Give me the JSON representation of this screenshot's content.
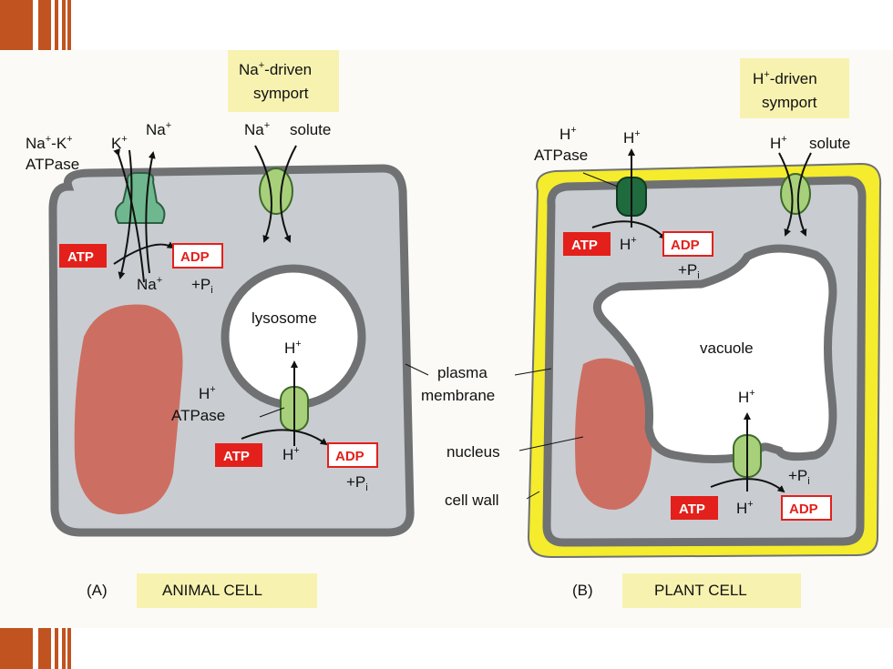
{
  "colors": {
    "cytoplasm": "#c9cdd1",
    "membrane": "#6f7173",
    "cell_wall": "#f4ec2c",
    "atp_fill": "#e3201b",
    "adp_border": "#e3201b",
    "nucleus": "#cc6f62",
    "pump_animal": "#6fb88f",
    "pump_plant": "#1f6b3e",
    "symporter": "#a8d07a",
    "label_bg": "#f7f2b0",
    "slide_accent": "#c0531f"
  },
  "symport_labels": {
    "animal_line1": "Na",
    "animal_line1_sup": "+",
    "animal_line1_rest": "-driven",
    "animal_line2": "symport",
    "plant_line1": "H",
    "plant_line1_sup": "+",
    "plant_line1_rest": "-driven",
    "plant_line2": "symport"
  },
  "animal": {
    "pump_name_a": "Na",
    "pump_name_sup1": "+",
    "pump_name_b": "-K",
    "pump_name_sup2": "+",
    "pump_line2": "ATPase",
    "k_label": "K",
    "k_sup": "+",
    "na_out": "Na",
    "na_out_sup": "+",
    "na_in": "Na",
    "na_in_sup": "+",
    "sym_na": "Na",
    "sym_na_sup": "+",
    "sym_solute": "solute",
    "atp": "ATP",
    "adp": "ADP",
    "pi": "+P",
    "pi_sub": "i",
    "lysosome": "lysosome",
    "lys_h": "H",
    "lys_h_sup": "+",
    "lys_pump_h": "H",
    "lys_pump_h_sup": "+",
    "lys_pump_name": "ATPase",
    "lys_atp": "ATP",
    "lys_h_in": "H",
    "lys_h_in_sup": "+",
    "lys_adp": "ADP",
    "lys_pi": "+P",
    "lys_pi_sub": "i"
  },
  "plant": {
    "pump_h": "H",
    "pump_h_sup": "+",
    "pump_name": "ATPase",
    "h_out": "H",
    "h_out_sup": "+",
    "sym_h": "H",
    "sym_h_sup": "+",
    "sym_solute": "solute",
    "atp": "ATP",
    "h_in": "H",
    "h_in_sup": "+",
    "adp": "ADP",
    "pi": "+P",
    "pi_sub": "i",
    "vacuole": "vacuole",
    "vac_h": "H",
    "vac_h_sup": "+",
    "vac_pi": "+P",
    "vac_pi_sub": "i",
    "vac_atp": "ATP",
    "vac_h_in": "H",
    "vac_h_in_sup": "+",
    "vac_adp": "ADP"
  },
  "center_labels": {
    "plasma": "plasma",
    "membrane": "membrane",
    "nucleus": "nucleus",
    "cell_wall": "cell wall"
  },
  "captions": {
    "a_letter": "(A)",
    "a_text": "ANIMAL CELL",
    "b_letter": "(B)",
    "b_text": "PLANT CELL"
  }
}
